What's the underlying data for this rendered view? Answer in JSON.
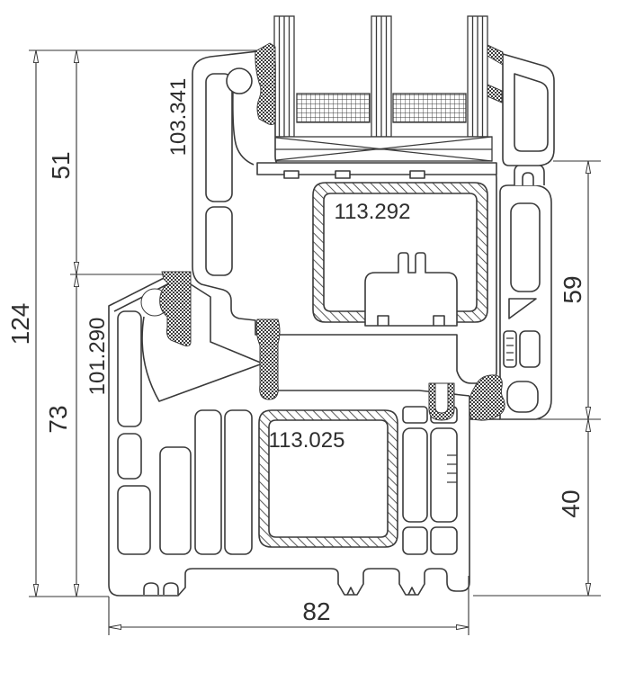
{
  "drawing": {
    "kind": "window-profile-cross-section",
    "colors": {
      "line": "#333333",
      "text": "#2e2e2e",
      "background": "#ffffff"
    },
    "dimensions": {
      "overall_height": {
        "label": "124"
      },
      "upper_section": {
        "label": "51"
      },
      "lower_section": {
        "label": "73"
      },
      "right_upper": {
        "label": "59"
      },
      "right_lower": {
        "label": "40"
      },
      "frame_width": {
        "label": "82"
      }
    },
    "parts": {
      "sash_profile": {
        "label": "103.341"
      },
      "frame_profile": {
        "label": "101.290"
      },
      "sash_reinforcement": {
        "label": "113.292"
      },
      "frame_reinforcement": {
        "label": "113.025"
      }
    }
  }
}
